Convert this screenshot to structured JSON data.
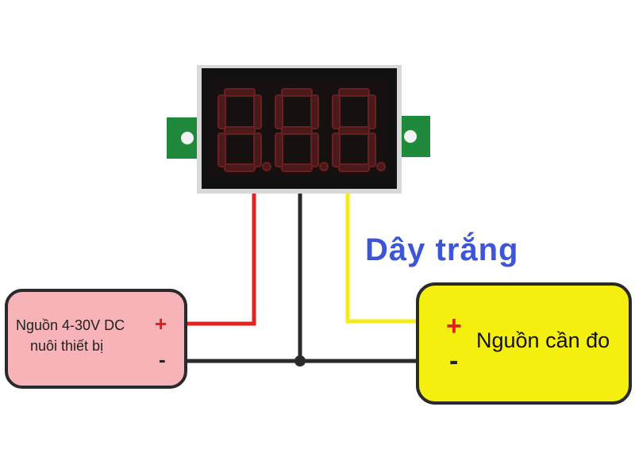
{
  "wire_label": "Dây trắng",
  "supply": {
    "line1": "Nguồn 4-30V DC",
    "line2": "nuôi thiết bị",
    "plus": "+",
    "minus": "-"
  },
  "measure": {
    "text": "Nguồn cần đo",
    "plus": "+",
    "minus": "-"
  },
  "colors": {
    "supply_box": "#f7b3b8",
    "measure_box": "#f5ef10",
    "red_wire": "#e52222",
    "black_wire": "#2a2a2a",
    "yellow_wire": "#f5ea1a",
    "display_body": "#111111",
    "pcb_green": "#1f8a3c",
    "digit_off": "#3a1818",
    "digit_on": "#6a2020"
  }
}
